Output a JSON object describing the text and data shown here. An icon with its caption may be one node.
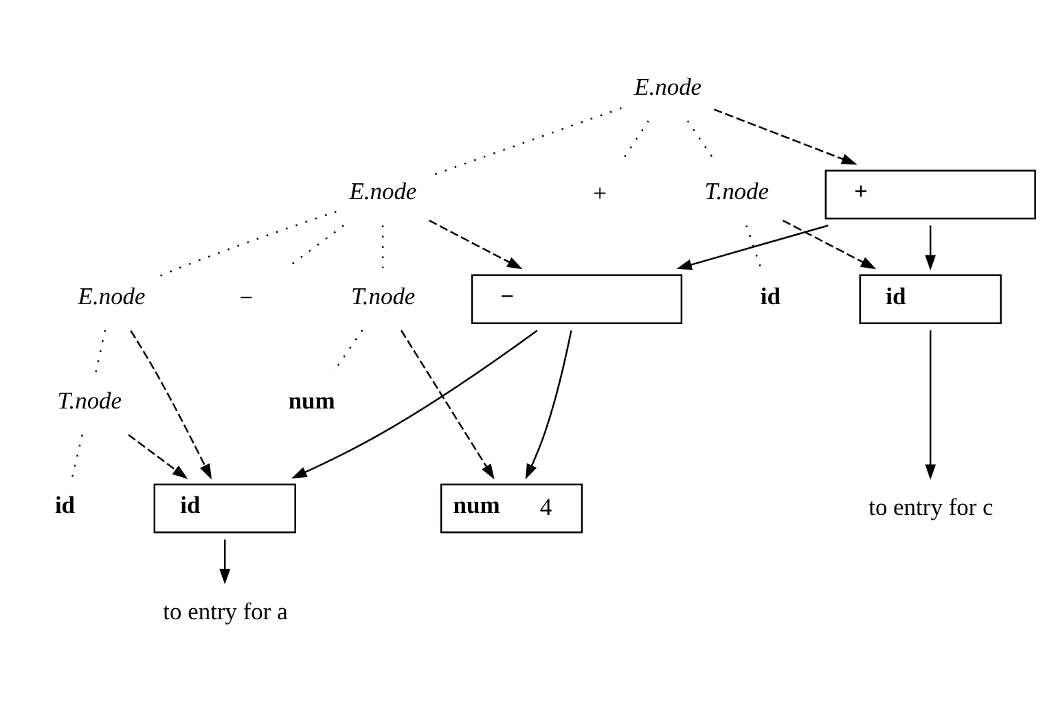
{
  "diagram": {
    "nodes": [
      {
        "text": [
          "E.node"
        ]
      },
      {
        "text": [
          "E.node"
        ]
      },
      {
        "text": [
          "+"
        ]
      },
      {
        "text": [
          "T.node"
        ]
      },
      {
        "text": [
          "E.node"
        ]
      },
      {
        "text": [
          "−"
        ]
      },
      {
        "text": [
          "T.node"
        ]
      },
      {
        "text": [
          "id"
        ]
      },
      {
        "text": [
          "T.node"
        ]
      },
      {
        "text": [
          "num"
        ]
      },
      {
        "text": [
          "id"
        ]
      },
      {
        "text": [
          "+"
        ]
      },
      {
        "text": [
          "−"
        ]
      },
      {
        "text": [
          "id"
        ]
      },
      {
        "text": [
          "id"
        ]
      },
      {
        "text": [
          "num",
          "4"
        ]
      },
      {
        "text": [
          "to entry for c"
        ]
      },
      {
        "text": [
          "to entry for a"
        ]
      }
    ],
    "edges": [
      {
        "from": 0,
        "to": 1,
        "arrow": "none",
        "style": "dashed"
      },
      {
        "from": 0,
        "to": 2,
        "arrow": "none",
        "style": "dashed"
      },
      {
        "from": 0,
        "to": 3,
        "arrow": "none",
        "style": "dashed"
      },
      {
        "from": 1,
        "to": 4,
        "arrow": "none",
        "style": "dashed"
      },
      {
        "from": 1,
        "to": 5,
        "arrow": "none",
        "style": "dashed"
      },
      {
        "from": 1,
        "to": 6,
        "arrow": "none",
        "style": "dashed"
      },
      {
        "from": 3,
        "to": 7,
        "arrow": "none",
        "style": "dashed"
      },
      {
        "from": 4,
        "to": 8,
        "arrow": "none",
        "style": "dashed"
      },
      {
        "from": 6,
        "to": 9,
        "arrow": "none",
        "style": "dashed"
      },
      {
        "from": 8,
        "to": 10,
        "arrow": "none",
        "style": "dashed"
      },
      {
        "from": 0,
        "to": 11,
        "arrow": "to",
        "style": "dashed"
      },
      {
        "from": 1,
        "to": 12,
        "arrow": "to",
        "style": "dashed"
      },
      {
        "from": 3,
        "to": 13,
        "arrow": "to",
        "style": "dashed"
      },
      {
        "from": 4,
        "to": 14,
        "arrow": "to",
        "style": "dashed"
      },
      {
        "from": 8,
        "to": 14,
        "arrow": "to",
        "style": "dashed"
      },
      {
        "from": 6,
        "to": 15,
        "arrow": "to",
        "style": "dashed"
      },
      {
        "from": 11,
        "to": 12,
        "arrow": "to"
      },
      {
        "from": 11,
        "to": 13,
        "arrow": "to"
      },
      {
        "from": 12,
        "to": 14,
        "arrow": "to"
      },
      {
        "from": 12,
        "to": 15,
        "arrow": "to"
      },
      {
        "from": 13,
        "to": 16,
        "arrow": "to"
      },
      {
        "from": 14,
        "to": 17,
        "arrow": "to"
      }
    ]
  }
}
